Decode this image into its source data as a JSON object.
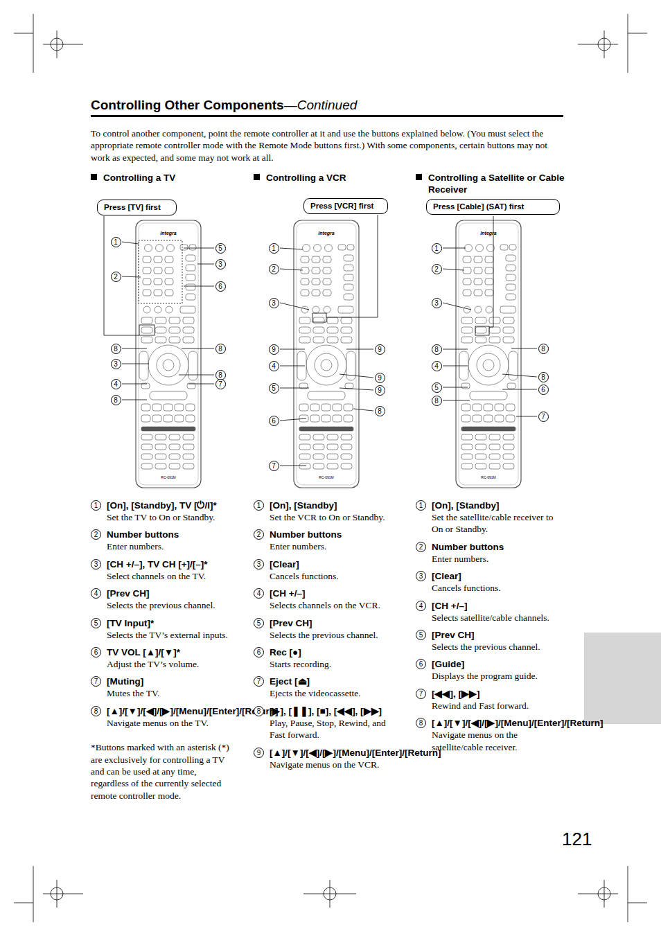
{
  "diagram": {
    "title": "Controlling Other Components",
    "nodes": [
      {
        "text": [
          "Press [TV] first"
        ]
      },
      {
        "text": [
          "Press [VCR] first"
        ]
      },
      {
        "text": [
          "Press [Cable] (SAT) first"
        ]
      }
    ],
    "labels": [
      "—Continued",
      "To control another component, point the remote controller at it and use the buttons explained below. (You must select the appropriate remote controller mode with the Remote Mode buttons first.) With some components, certain buttons may not work as expected, and some may not work at all.",
      "Controlling a TV",
      "Controlling a VCR",
      "Controlling a Satellite or Cable Receiver",
      "1",
      "[On], [Standby], TV [⏻/I]*",
      "Set the TV to On or Standby.",
      "2",
      "Number buttons",
      "Enter numbers.",
      "3",
      "[CH +/–], TV CH [+]/[–]*",
      "Select channels on the TV.",
      "4",
      "[Prev CH]",
      "Selects the previous channel.",
      "5",
      "[TV Input]*",
      "Selects the TV’s external inputs.",
      "6",
      "TV VOL [▲]/[▼]*",
      "Adjust the TV’s volume.",
      "7",
      "[Muting]",
      "Mutes the TV.",
      "8",
      "[▲]/[▼]/[◀]/[▶]/[Menu]/[Enter]/[Return]",
      "Navigate menus on the TV.",
      "*Buttons marked with an asterisk (*) are exclusively for controlling a TV and can be used at any time, regardless of the currently selected remote controller mode.",
      "1",
      "[On], [Standby]",
      "Set the VCR to On or Standby.",
      "2",
      "Number buttons",
      "Enter numbers.",
      "3",
      "[Clear]",
      "Cancels functions.",
      "4",
      "[CH +/–]",
      "Selects channels on the VCR.",
      "5",
      "[Prev CH]",
      "Selects the previous channel.",
      "6",
      "Rec [●]",
      "Starts recording.",
      "7",
      "Eject [⏏]",
      "Ejects the videocassette.",
      "8",
      "[▶], [❚❚], [■], [◀◀], [▶▶]",
      "Play, Pause, Stop, Rewind, and Fast forward.",
      "9",
      "[▲]/[▼]/[◀]/[▶]/[Menu]/[Enter]/[Return]",
      "Navigate menus on the VCR.",
      "1",
      "[On], [Standby]",
      "Set the satellite/cable receiver to On or Standby.",
      "2",
      "Number buttons",
      "Enter numbers.",
      "3",
      "[Clear]",
      "Cancels functions.",
      "4",
      "[CH +/–]",
      "Selects satellite/cable channels.",
      "5",
      "[Prev CH]",
      "Selects the previous channel.",
      "6",
      "[Guide]",
      "Displays the program guide.",
      "7",
      "[◀◀], [▶▶]",
      "Rewind and Fast forward.",
      "8",
      "[▲]/[▼]/[◀]/[▶]/[Menu]/[Enter]/[Return]",
      "Navigate menus on the satellite/cable receiver.",
      "1",
      "2",
      "8",
      "3",
      "4",
      "8",
      "5",
      "3",
      "6",
      "8",
      "8",
      "7",
      "1",
      "2",
      "3",
      "9",
      "4",
      "5",
      "6",
      "7",
      "9",
      "9",
      "9",
      "8",
      "1",
      "2",
      "3",
      "8",
      "4",
      "5",
      "8",
      "8",
      "8",
      "6",
      "7",
      "Integra",
      "RC-691M",
      "Integra",
      "RC-691M",
      "Integra",
      "RC-691M",
      "121"
    ]
  }
}
